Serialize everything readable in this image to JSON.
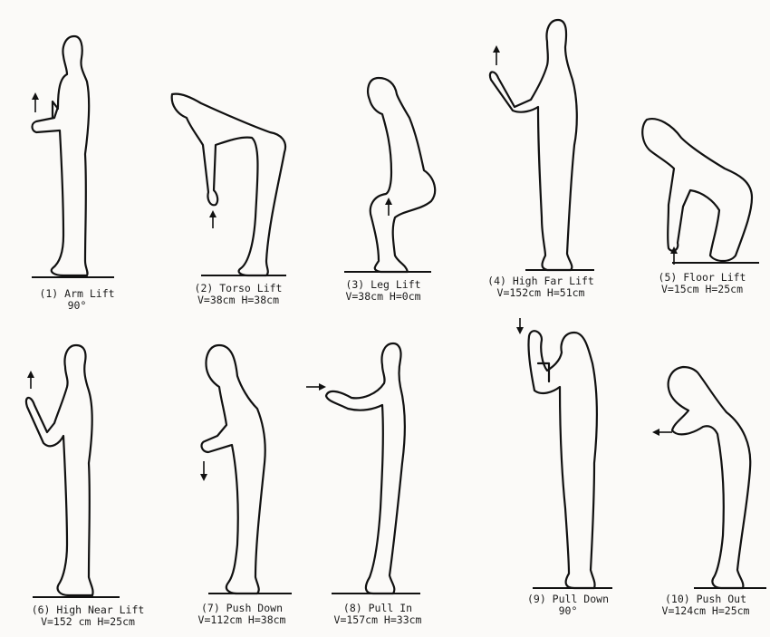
{
  "figures": [
    {
      "id": 1,
      "title": "(1) Arm Lift",
      "line2": "90°",
      "arrow": "up-arrow-icon"
    },
    {
      "id": 2,
      "title": "(2) Torso Lift",
      "line2": "V=38cm  H=38cm",
      "arrow": "up-arrow-icon"
    },
    {
      "id": 3,
      "title": "(3) Leg Lift",
      "line2": "V=38cm  H=0cm",
      "arrow": "up-arrow-icon"
    },
    {
      "id": 4,
      "title": "(4) High Far Lift",
      "line2": "V=152cm  H=51cm",
      "arrow": "up-arrow-icon"
    },
    {
      "id": 5,
      "title": "(5) Floor Lift",
      "line2": "V=15cm  H=25cm",
      "arrow": "up-arrow-icon"
    },
    {
      "id": 6,
      "title": "(6) High Near Lift",
      "line2": "V=152 cm  H=25cm",
      "arrow": "up-arrow-icon"
    },
    {
      "id": 7,
      "title": "(7) Push Down",
      "line2": "V=112cm  H=38cm",
      "arrow": "down-arrow-icon"
    },
    {
      "id": 8,
      "title": "(8) Pull In",
      "line2": "V=157cm  H=33cm",
      "arrow": "right-arrow-icon"
    },
    {
      "id": 9,
      "title": "(9) Pull Down",
      "line2": "90°",
      "arrow": "down-arrow-icon"
    },
    {
      "id": 10,
      "title": "(10) Push Out",
      "line2": "V=124cm  H=25cm",
      "arrow": "left-arrow-icon"
    }
  ],
  "colors": {
    "ink": "#111111",
    "paper": "#fbfaf8"
  }
}
